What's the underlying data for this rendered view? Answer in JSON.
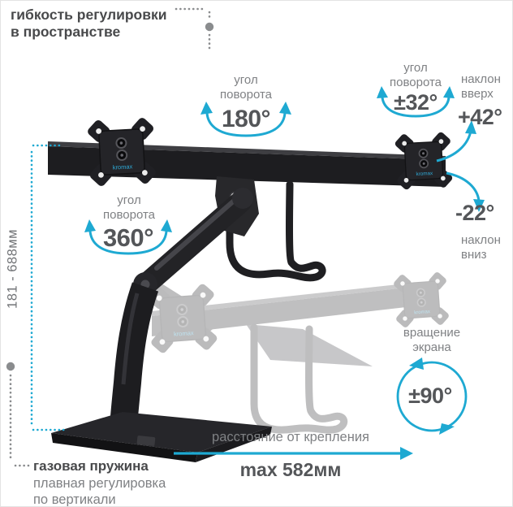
{
  "colors": {
    "accent": "#1ea9d2",
    "number": "#545659",
    "label": "#7f8184",
    "title": "#48494b",
    "dotted_gray": "#8a8c8e"
  },
  "header": {
    "title_line1": "гибкость регулировки",
    "title_line2": "в пространстве"
  },
  "annotations": {
    "crossbar_swivel": {
      "label1": "угол",
      "label2": "поворота",
      "value": "180°"
    },
    "vesa_swivel": {
      "label1": "угол",
      "label2": "поворота",
      "value": "±32°"
    },
    "tilt_up": {
      "label1": "наклон",
      "label2": "вверх",
      "value": "+42°"
    },
    "tilt_down": {
      "label1": "наклон",
      "label2": "вниз",
      "value": "-22°"
    },
    "arm_swivel": {
      "label1": "угол",
      "label2": "поворота",
      "value": "360°"
    },
    "screen_rotation": {
      "label1": "вращение",
      "label2": "экрана",
      "value": "±90°"
    },
    "height_range": {
      "value": "181 - 688мм"
    },
    "mount_distance": {
      "label": "расстояние от крепления",
      "value": "max 582мм"
    },
    "gas_spring": {
      "title": "газовая пружина",
      "desc1": "плавная регулировка",
      "desc2": "по вертикали"
    }
  },
  "product": {
    "brand": "kromax"
  }
}
